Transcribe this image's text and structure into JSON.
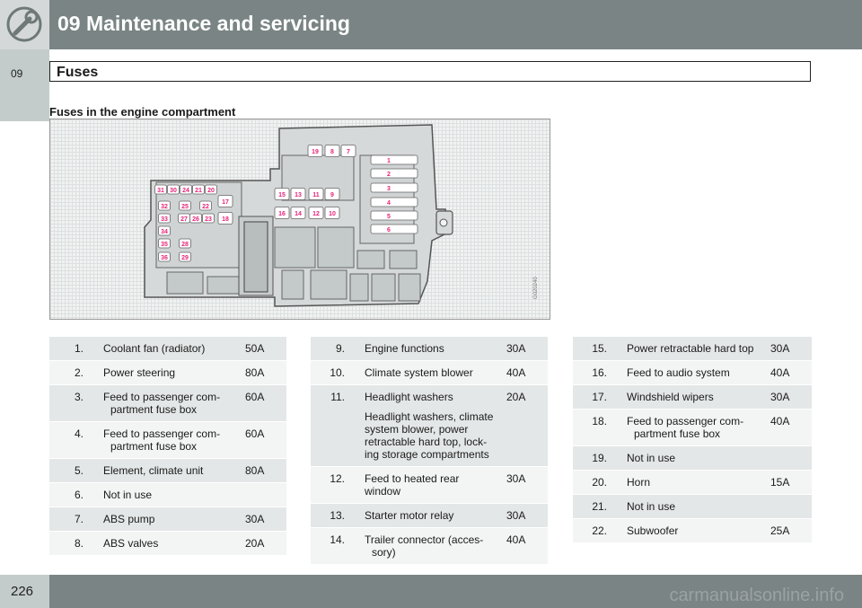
{
  "header": {
    "title": "09 Maintenance and servicing",
    "chapter": "09"
  },
  "section": {
    "title": "Fuses",
    "subheading": "Fuses in the engine compartment"
  },
  "diagram": {
    "code": "G020240",
    "fuse_labels": [
      "31",
      "30",
      "24",
      "21",
      "20",
      "32",
      "25",
      "22",
      "33",
      "27",
      "26",
      "23",
      "34",
      "35",
      "28",
      "36",
      "29",
      "17",
      "18",
      "15",
      "13",
      "11",
      "9",
      "16",
      "14",
      "12",
      "10",
      "19",
      "8",
      "7",
      "1",
      "2",
      "3",
      "4",
      "5",
      "6"
    ]
  },
  "tables": [
    [
      {
        "num": "1.",
        "desc": [
          "Coolant fan (radiator)"
        ],
        "amp": "50A"
      },
      {
        "num": "2.",
        "desc": [
          "Power steering"
        ],
        "amp": "80A"
      },
      {
        "num": "3.",
        "desc": [
          "Feed to passenger com-",
          "partment fuse box"
        ],
        "amp": "60A"
      },
      {
        "num": "4.",
        "desc": [
          "Feed to passenger com-",
          "partment fuse box"
        ],
        "amp": "60A"
      },
      {
        "num": "5.",
        "desc": [
          "Element, climate unit"
        ],
        "amp": "80A"
      },
      {
        "num": "6.",
        "desc": [
          "Not in use"
        ],
        "amp": ""
      },
      {
        "num": "7.",
        "desc": [
          "ABS pump"
        ],
        "amp": "30A"
      },
      {
        "num": "8.",
        "desc": [
          "ABS valves"
        ],
        "amp": "20A"
      }
    ],
    [
      {
        "num": "9.",
        "desc": [
          "Engine functions"
        ],
        "amp": "30A"
      },
      {
        "num": "10.",
        "desc": [
          "Climate system blower"
        ],
        "amp": "40A"
      },
      {
        "num": "11.",
        "desc": [
          "Headlight washers"
        ],
        "extra": [
          "Headlight washers, climate",
          "system blower, power",
          "retractable hard top, lock-",
          "ing storage compartments"
        ],
        "amp": "20A"
      },
      {
        "num": "12.",
        "desc": [
          "Feed to heated rear window"
        ],
        "amp": "30A"
      },
      {
        "num": "13.",
        "desc": [
          "Starter motor relay"
        ],
        "amp": "30A"
      },
      {
        "num": "14.",
        "desc": [
          "Trailer connector (acces-",
          "sory)"
        ],
        "amp": "40A"
      }
    ],
    [
      {
        "num": "15.",
        "desc": [
          "Power retractable hard top"
        ],
        "amp": "30A"
      },
      {
        "num": "16.",
        "desc": [
          "Feed to audio system"
        ],
        "amp": "40A"
      },
      {
        "num": "17.",
        "desc": [
          "Windshield wipers"
        ],
        "amp": "30A"
      },
      {
        "num": "18.",
        "desc": [
          "Feed to passenger com-",
          "partment fuse box"
        ],
        "amp": "40A"
      },
      {
        "num": "19.",
        "desc": [
          "Not in use"
        ],
        "amp": ""
      },
      {
        "num": "20.",
        "desc": [
          "Horn"
        ],
        "amp": "15A"
      },
      {
        "num": "21.",
        "desc": [
          "Not in use"
        ],
        "amp": ""
      },
      {
        "num": "22.",
        "desc": [
          "Subwoofer"
        ],
        "amp": "25A"
      }
    ]
  ],
  "footer": {
    "page": "226",
    "watermark": "carmanualsonline.info"
  }
}
